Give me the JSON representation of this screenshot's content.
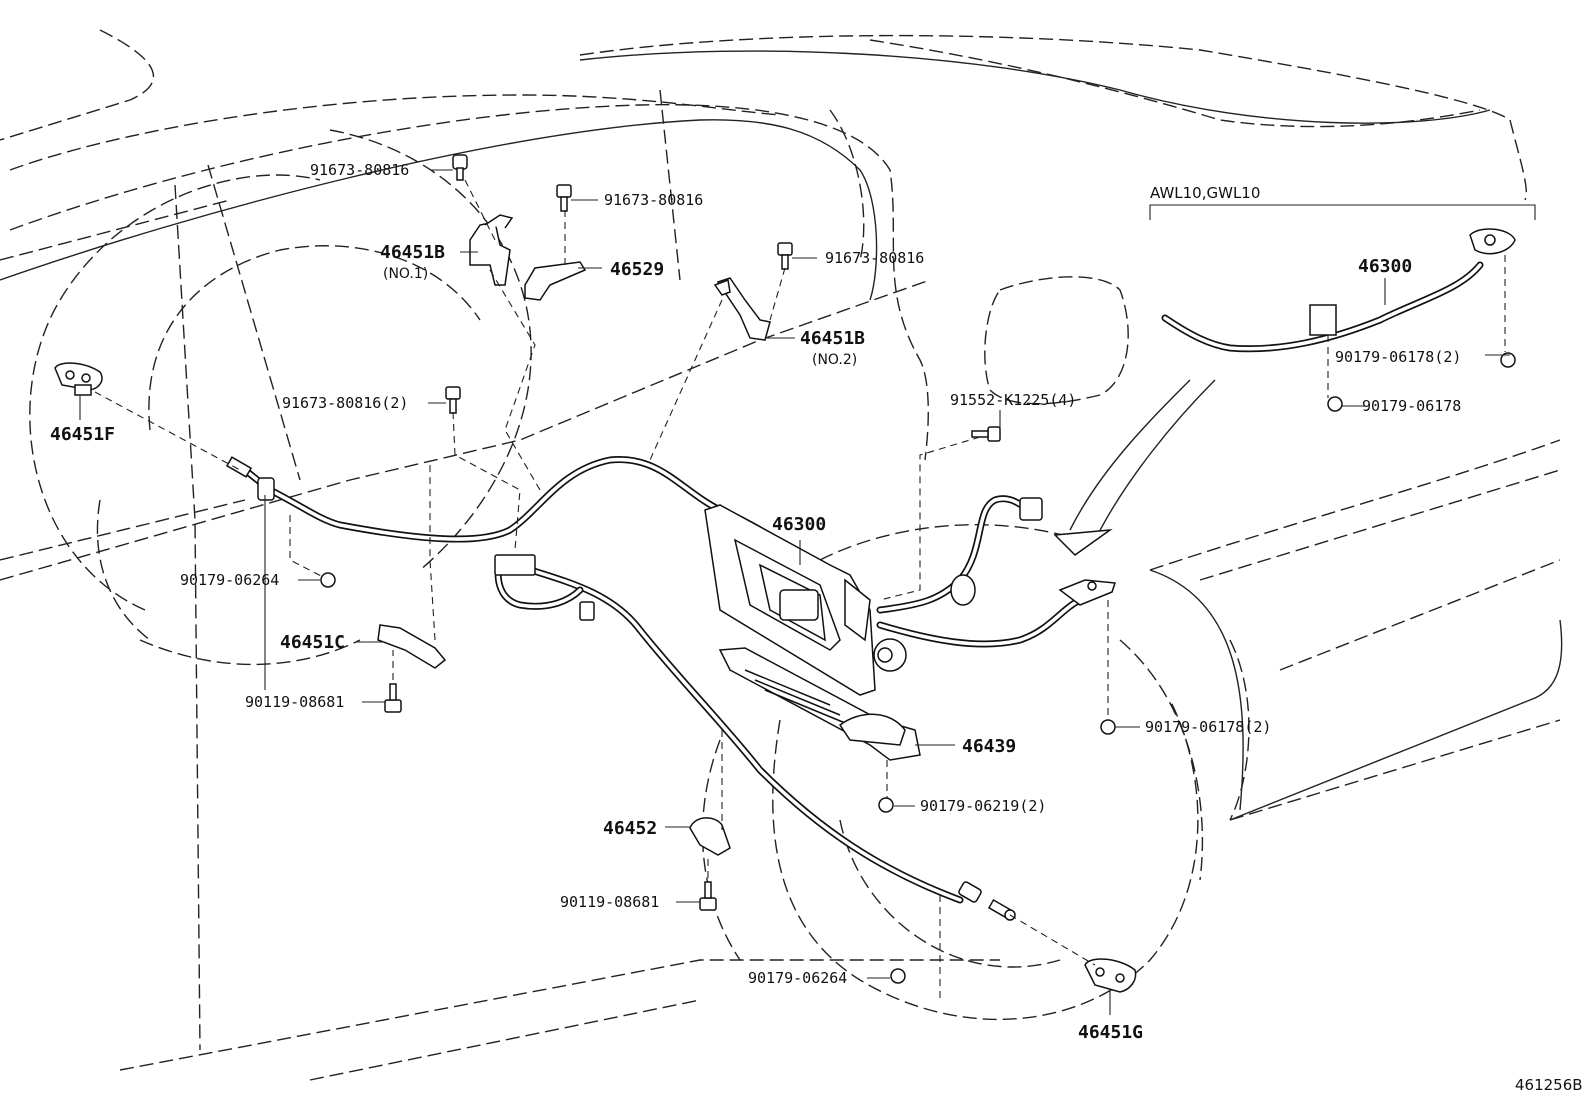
{
  "diagram": {
    "part_labels": [
      {
        "id": "p91673_top",
        "text": "91673-80816"
      },
      {
        "id": "p91673_mid",
        "text": "91673-80816"
      },
      {
        "id": "p91673_right",
        "text": "91673-80816"
      },
      {
        "id": "p46451B_no1",
        "text": "46451B"
      },
      {
        "id": "p46451B_no1_sub",
        "text": "(NO.1)"
      },
      {
        "id": "p46529",
        "text": "46529"
      },
      {
        "id": "p46451B_no2",
        "text": "46451B"
      },
      {
        "id": "p46451B_no2_sub",
        "text": "(NO.2)"
      },
      {
        "id": "p91673_2",
        "text": "91673-80816(2)"
      },
      {
        "id": "p46451F",
        "text": "46451F"
      },
      {
        "id": "p91552",
        "text": "91552-K1225(4)"
      },
      {
        "id": "p46300_main",
        "text": "46300"
      },
      {
        "id": "p90179_06264_left",
        "text": "90179-06264"
      },
      {
        "id": "p46451C",
        "text": "46451C"
      },
      {
        "id": "p90119_left",
        "text": "90119-08681"
      },
      {
        "id": "p46439",
        "text": "46439"
      },
      {
        "id": "p90179_06219",
        "text": "90179-06219(2)"
      },
      {
        "id": "p90179_06178_2_lower",
        "text": "90179-06178(2)"
      },
      {
        "id": "p46452",
        "text": "46452"
      },
      {
        "id": "p90119_lower",
        "text": "90119-08681"
      },
      {
        "id": "p90179_06264_lower",
        "text": "90179-06264"
      },
      {
        "id": "p46451G",
        "text": "46451G"
      },
      {
        "id": "p46300_inset",
        "text": "46300"
      },
      {
        "id": "p90179_06178_2_inset",
        "text": "90179-06178(2)"
      },
      {
        "id": "p90179_06178_inset",
        "text": "90179-06178"
      }
    ],
    "inset_bracket_label": "AWL10,GWL10",
    "figure_code": "461256B"
  }
}
